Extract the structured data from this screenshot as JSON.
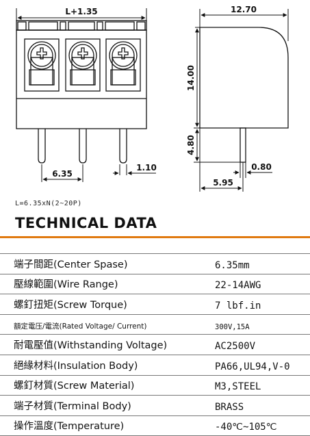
{
  "drawing": {
    "dims": {
      "overall_length": "L+1.35",
      "side_width": "12.70",
      "body_height": "14.00",
      "pin_length": "4.80",
      "pitch": "6.35",
      "pin_width": "1.10",
      "pin_thickness": "0.80",
      "pin_offset": "5.95"
    }
  },
  "formula": "L=6.35xN(2~20P)",
  "section_title": "TECHNICAL DATA",
  "specs": [
    {
      "label": "端子間距(Center Spase)",
      "value": "6.35mm"
    },
    {
      "label": "壓線範圍(Wire Range)",
      "value": "22-14AWG"
    },
    {
      "label": "螺釘扭矩(Screw Torque)",
      "value": "7 lbf.in"
    },
    {
      "label": "額定電压/電流(Rated Voltage/ Current)",
      "value": "300V,15A"
    },
    {
      "label": "耐電壓值(Withstanding Voltage)",
      "value": "AC2500V"
    },
    {
      "label": "絕緣材料(Insulation Body)",
      "value": "PA66,UL94,V-0"
    },
    {
      "label": "螺釘材質(Screw Material)",
      "value": "M3,STEEL"
    },
    {
      "label": "端子材質(Terminal Body)",
      "value": "BRASS"
    },
    {
      "label": "操作溫度(Temperature)",
      "value": "-40℃~105℃"
    }
  ]
}
